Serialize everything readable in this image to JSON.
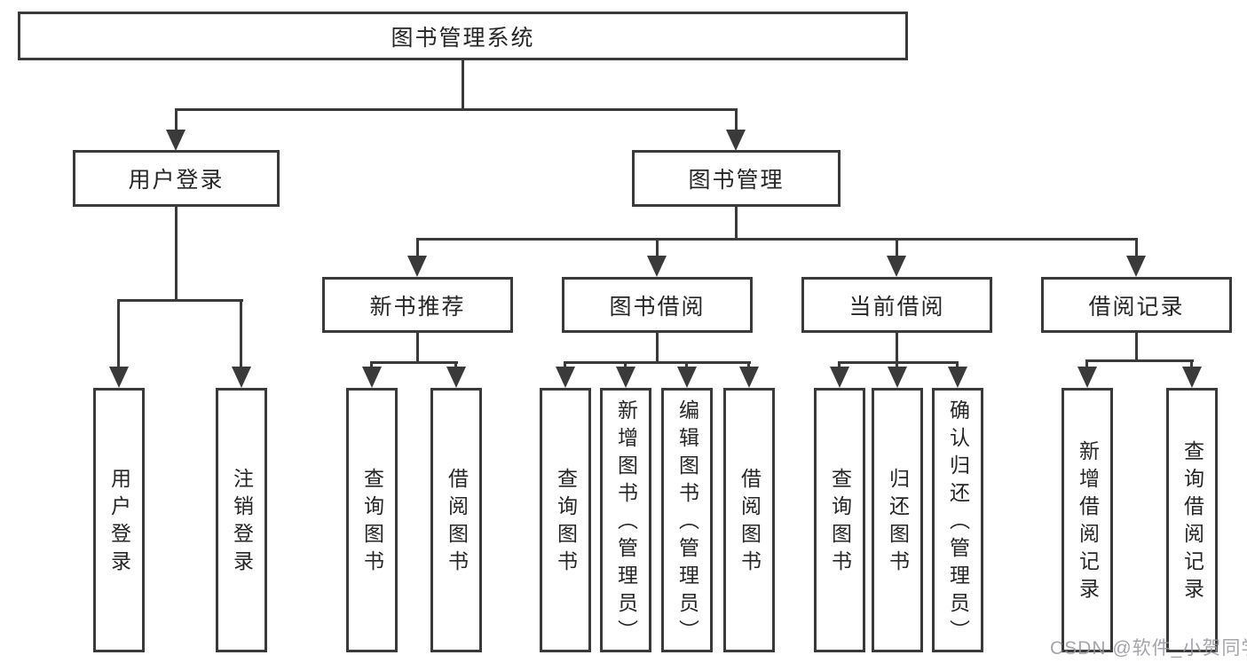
{
  "colors": {
    "line": "#3a3a3a",
    "text": "#262626",
    "watermark": "#94949c",
    "background": "#ffffff"
  },
  "watermark": "CSDN @软件_小贺同学",
  "tree": {
    "root": {
      "label": "图书管理系统"
    },
    "level2": [
      {
        "label": "用户登录",
        "children": [
          {
            "label": "用户登录"
          },
          {
            "label": "注销登录"
          }
        ]
      },
      {
        "label": "图书管理",
        "children": [
          {
            "label": "新书推荐",
            "children": [
              {
                "label": "查询图书"
              },
              {
                "label": "借阅图书"
              }
            ]
          },
          {
            "label": "图书借阅",
            "children": [
              {
                "label": "查询图书"
              },
              {
                "label": "新增图书（管理员）"
              },
              {
                "label": "编辑图书（管理员）"
              },
              {
                "label": "借阅图书"
              }
            ]
          },
          {
            "label": "当前借阅",
            "children": [
              {
                "label": "查询图书"
              },
              {
                "label": "归还图书"
              },
              {
                "label": "确认归还（管理员）"
              }
            ]
          },
          {
            "label": "借阅记录",
            "children": [
              {
                "label": "新增借阅记录"
              },
              {
                "label": "查询借阅记录"
              }
            ]
          }
        ]
      }
    ]
  }
}
